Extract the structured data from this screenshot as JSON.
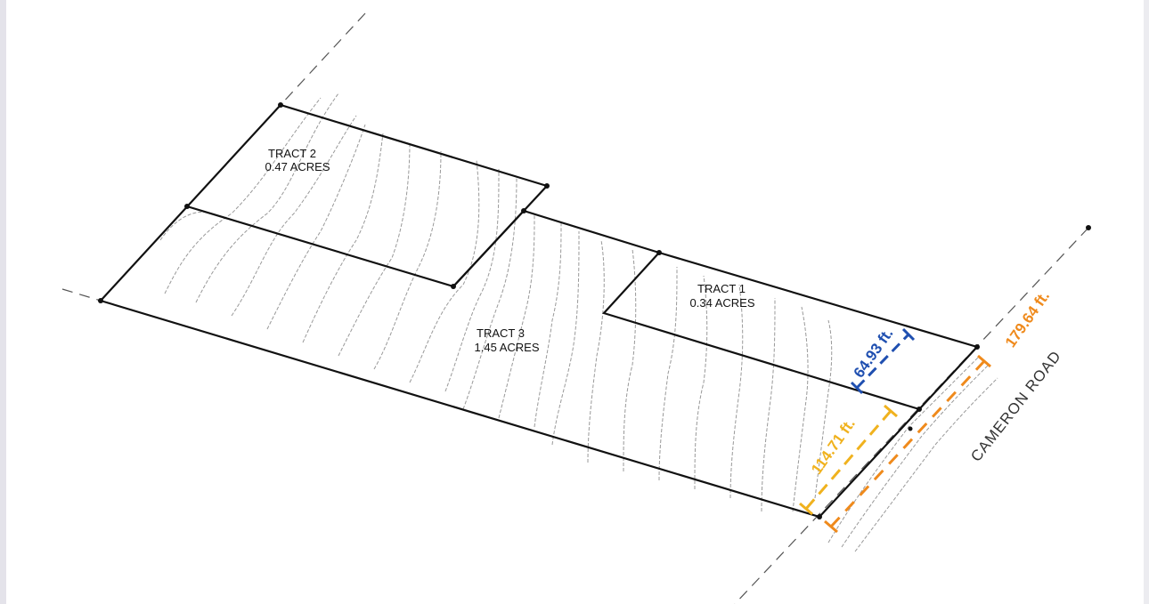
{
  "tracts": [
    {
      "name": "TRACT 1",
      "area": "0.34 ACRES"
    },
    {
      "name": "TRACT 2",
      "area": "0.47 ACRES"
    },
    {
      "name": "TRACT 3",
      "area": "1.45 ACRES"
    }
  ],
  "dimensions": [
    {
      "label": "64.93 ft.",
      "color": "#1f4fb0"
    },
    {
      "label": "114.71 ft.",
      "color": "#f0b21e"
    },
    {
      "label": "179.64 ft.",
      "color": "#ef8a1c"
    }
  ],
  "road": {
    "name": "CAMERON ROAD"
  }
}
